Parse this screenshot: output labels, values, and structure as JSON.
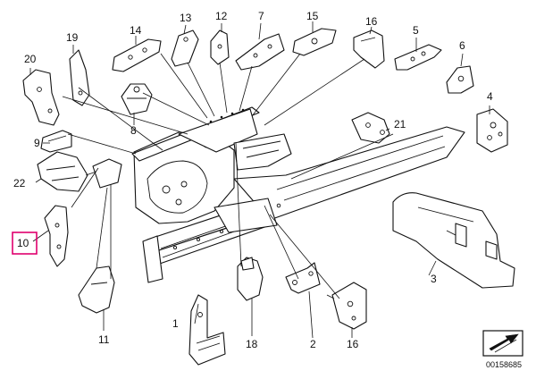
{
  "diagram": {
    "highlighted_callout": "10",
    "callouts": [
      {
        "id": "c1",
        "label": "1"
      },
      {
        "id": "c2",
        "label": "2"
      },
      {
        "id": "c3",
        "label": "3"
      },
      {
        "id": "c4",
        "label": "4"
      },
      {
        "id": "c5",
        "label": "5"
      },
      {
        "id": "c6",
        "label": "6"
      },
      {
        "id": "c7",
        "label": "7"
      },
      {
        "id": "c8",
        "label": "8"
      },
      {
        "id": "c9",
        "label": "9"
      },
      {
        "id": "c10",
        "label": "10"
      },
      {
        "id": "c11",
        "label": "11"
      },
      {
        "id": "c12",
        "label": "12"
      },
      {
        "id": "c13",
        "label": "13"
      },
      {
        "id": "c14",
        "label": "14"
      },
      {
        "id": "c15",
        "label": "15"
      },
      {
        "id": "c16a",
        "label": "16"
      },
      {
        "id": "c16b",
        "label": "16"
      },
      {
        "id": "c18",
        "label": "18"
      },
      {
        "id": "c19",
        "label": "19"
      },
      {
        "id": "c20",
        "label": "20"
      },
      {
        "id": "c21",
        "label": "21"
      },
      {
        "id": "c22",
        "label": "22"
      }
    ],
    "doc_number": "00158685",
    "accent_color": "#e0006e"
  }
}
